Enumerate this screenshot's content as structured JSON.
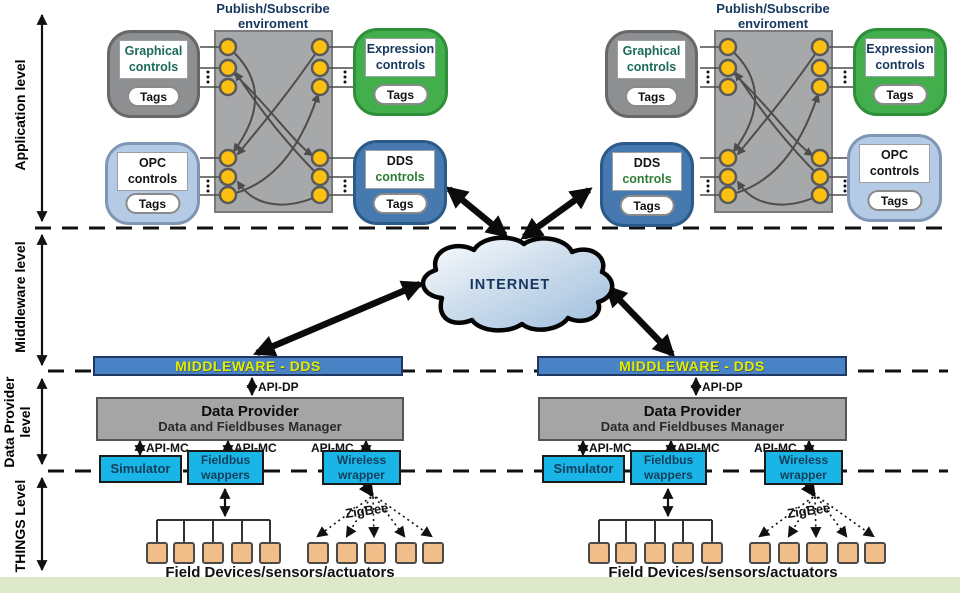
{
  "levels": {
    "application": "Application level",
    "middleware": "Middleware level",
    "data_provider_l1": "Data Provider",
    "data_provider_l2": "level",
    "things": "THINGS Level"
  },
  "pubsub": {
    "title_l1": "Publish/Subscribe",
    "title_l2": "enviroment"
  },
  "controls": {
    "graphical_l1": "Graphical",
    "graphical_l2": "controls",
    "expression_l1": "Expression",
    "expression_l2": "controls",
    "opc_l1": "OPC",
    "opc_l2": "controls",
    "dds_l1": "DDS",
    "dds_l2": "controls",
    "tags": "Tags"
  },
  "internet_label": "INTERNET",
  "middleware_bar_label": "MIDDLEWARE - DDS",
  "api": {
    "dp": "API-DP",
    "mc": "API-MC"
  },
  "data_provider": {
    "title": "Data Provider",
    "subtitle": "Data and Fieldbuses Manager"
  },
  "wrappers": {
    "simulator": "Simulator",
    "fieldbus_l1": "Fieldbus",
    "fieldbus_l2": "wappers",
    "wireless_l1": "Wireless",
    "wireless_l2": "wrapper"
  },
  "zigbee_label": "ZigBee",
  "field_devices_label": "Field Devices/sensors/actuators",
  "colors": {
    "gray_box": "#8e8f91",
    "green_box": "#42ae4c",
    "light_blue_box": "#b5cbe5",
    "steel_blue_box": "#4579af",
    "pubsub_rect": "#a7a8aa",
    "port_yellow": "#fdc010",
    "middleware_bar": "#4a82c6",
    "middleware_text": "#e3ef00",
    "cyan_box": "#19b5e7",
    "device_square": "#f1bd88",
    "data_provider_gray": "#a5a5a5",
    "title_navy": "#17375e",
    "bottom_strip": "#dee9ca"
  }
}
